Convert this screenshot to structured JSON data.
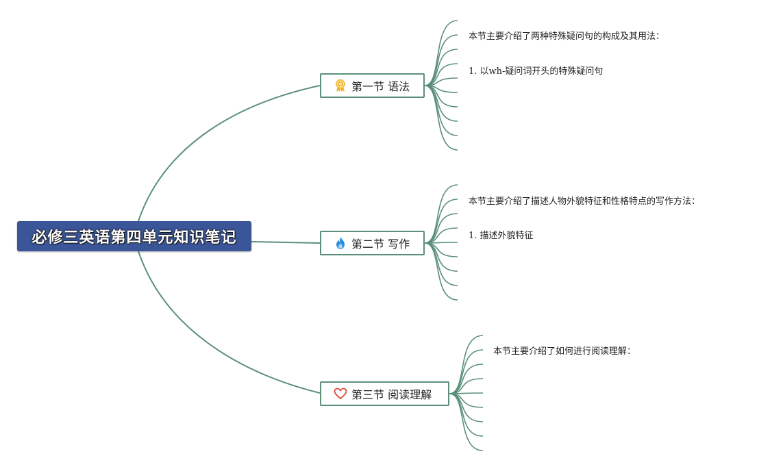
{
  "root": {
    "title": "必修三英语第四单元知识笔记"
  },
  "topics": [
    {
      "label": "第一节 语法",
      "icon": "ribbon-badge-icon",
      "notes": [
        "本节主要介绍了两种特殊疑问句的构成及其用法：",
        "1. 以wh-疑问词开头的特殊疑问句"
      ]
    },
    {
      "label": "第二节 写作",
      "icon": "flame-icon",
      "notes": [
        "本节主要介绍了描述人物外貌特征和性格特点的写作方法：",
        "1. 描述外貌特征"
      ]
    },
    {
      "label": "第三节 阅读理解",
      "icon": "heart-icon",
      "notes": [
        "本节主要介绍了如何进行阅读理解："
      ]
    }
  ],
  "colors": {
    "branch": "#5b8f7a",
    "root_bg": "#3a5698"
  }
}
